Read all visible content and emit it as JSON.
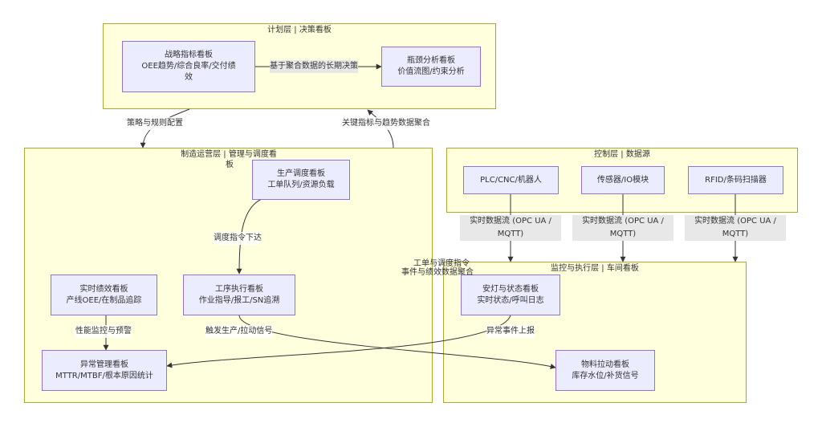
{
  "clusters": {
    "plan": "计划层 | 决策看板",
    "mfg_line1": "制造运营层 | 管理与调度看",
    "mfg_line2": "板",
    "control": "控制层 | 数据源",
    "monitor": "监控与执行层 | 车间看板"
  },
  "nodes": {
    "strategy": [
      "战略指标看板",
      "OEE趋势/综合良率/交付绩",
      "效"
    ],
    "bottleneck": [
      "瓶颈分析看板",
      "价值流图/约束分析"
    ],
    "dispatch": [
      "生产调度看板",
      "工单队列/资源负载"
    ],
    "performance": [
      "实时绩效看板",
      "产线OEE/在制品追踪"
    ],
    "execution": [
      "工序执行看板",
      "作业指导/报工/SN追溯"
    ],
    "exception": [
      "异常管理看板",
      "MTTR/MTBF/根本原因统计"
    ],
    "plc": [
      "PLC/CNC/机器人"
    ],
    "sensor": [
      "传感器/IO模块"
    ],
    "rfid": [
      "RFID/条码扫描器"
    ],
    "andon": [
      "安灯与状态看板",
      "实时状态/呼叫日志"
    ],
    "material": [
      "物料拉动看板",
      "库存水位/补货信号"
    ]
  },
  "edges": {
    "long_term": "基于聚合数据的长期决策",
    "strategy_rules": "策略与规则配置",
    "kpi_agg": "关键指标与趋势数据聚合",
    "dispatch_cmd": "调度指令下达",
    "perf_alert": "性能监控与预警",
    "trigger_pull": "触发生产/拉动信号",
    "abnormal_report": "异常事件上报",
    "stream_l1": "实时数据流 (OPC UA /",
    "stream_l2": "MQTT)",
    "cross_l1": "工单与调度指令",
    "cross_l2": "事件与绩效数据聚合"
  }
}
